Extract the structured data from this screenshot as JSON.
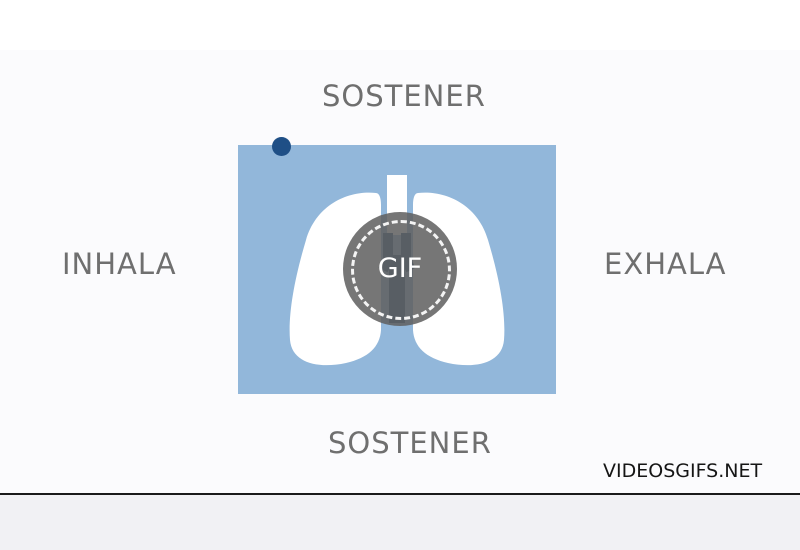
{
  "labels": {
    "top": "SOSTENER",
    "bottom": "SOSTENER",
    "left": "INHALA",
    "right": "EXHALA"
  },
  "badge": {
    "text": "GIF"
  },
  "watermark": "VIDEOSGIFS.NET",
  "colors": {
    "box_fill": "#92b7da",
    "progress_dot": "#1f4f86",
    "label_text": "#6f6f6f",
    "lungs_fill": "#ffffff",
    "badge_fill": "#5f5f5f"
  },
  "icons": [
    "lungs-icon",
    "gif-badge-icon"
  ]
}
